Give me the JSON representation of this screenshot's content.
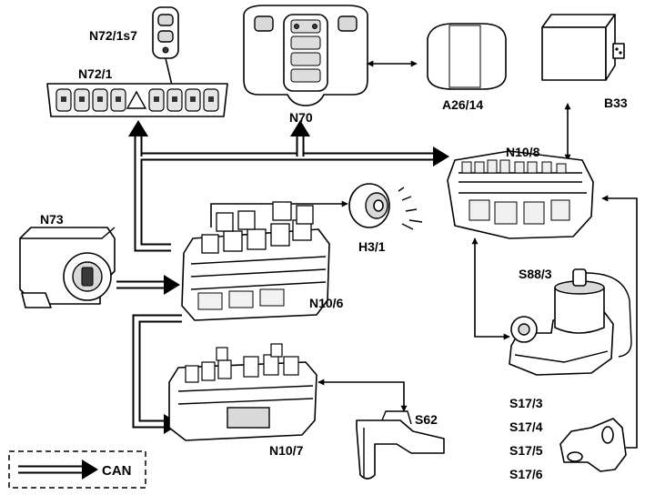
{
  "components": {
    "n72_1s7": "N72/1s7",
    "n72_1": "N72/1",
    "n70": "N70",
    "a26_14": "A26/14",
    "b33": "B33",
    "n10_8": "N10/8",
    "n73": "N73",
    "h3_1": "H3/1",
    "n10_6": "N10/6",
    "s88_3": "S88/3",
    "n10_7": "N10/7",
    "s62": "S62",
    "s17_3": "S17/3",
    "s17_4": "S17/4",
    "s17_5": "S17/5",
    "s17_6": "S17/6"
  },
  "legend": {
    "can_label": "CAN"
  }
}
